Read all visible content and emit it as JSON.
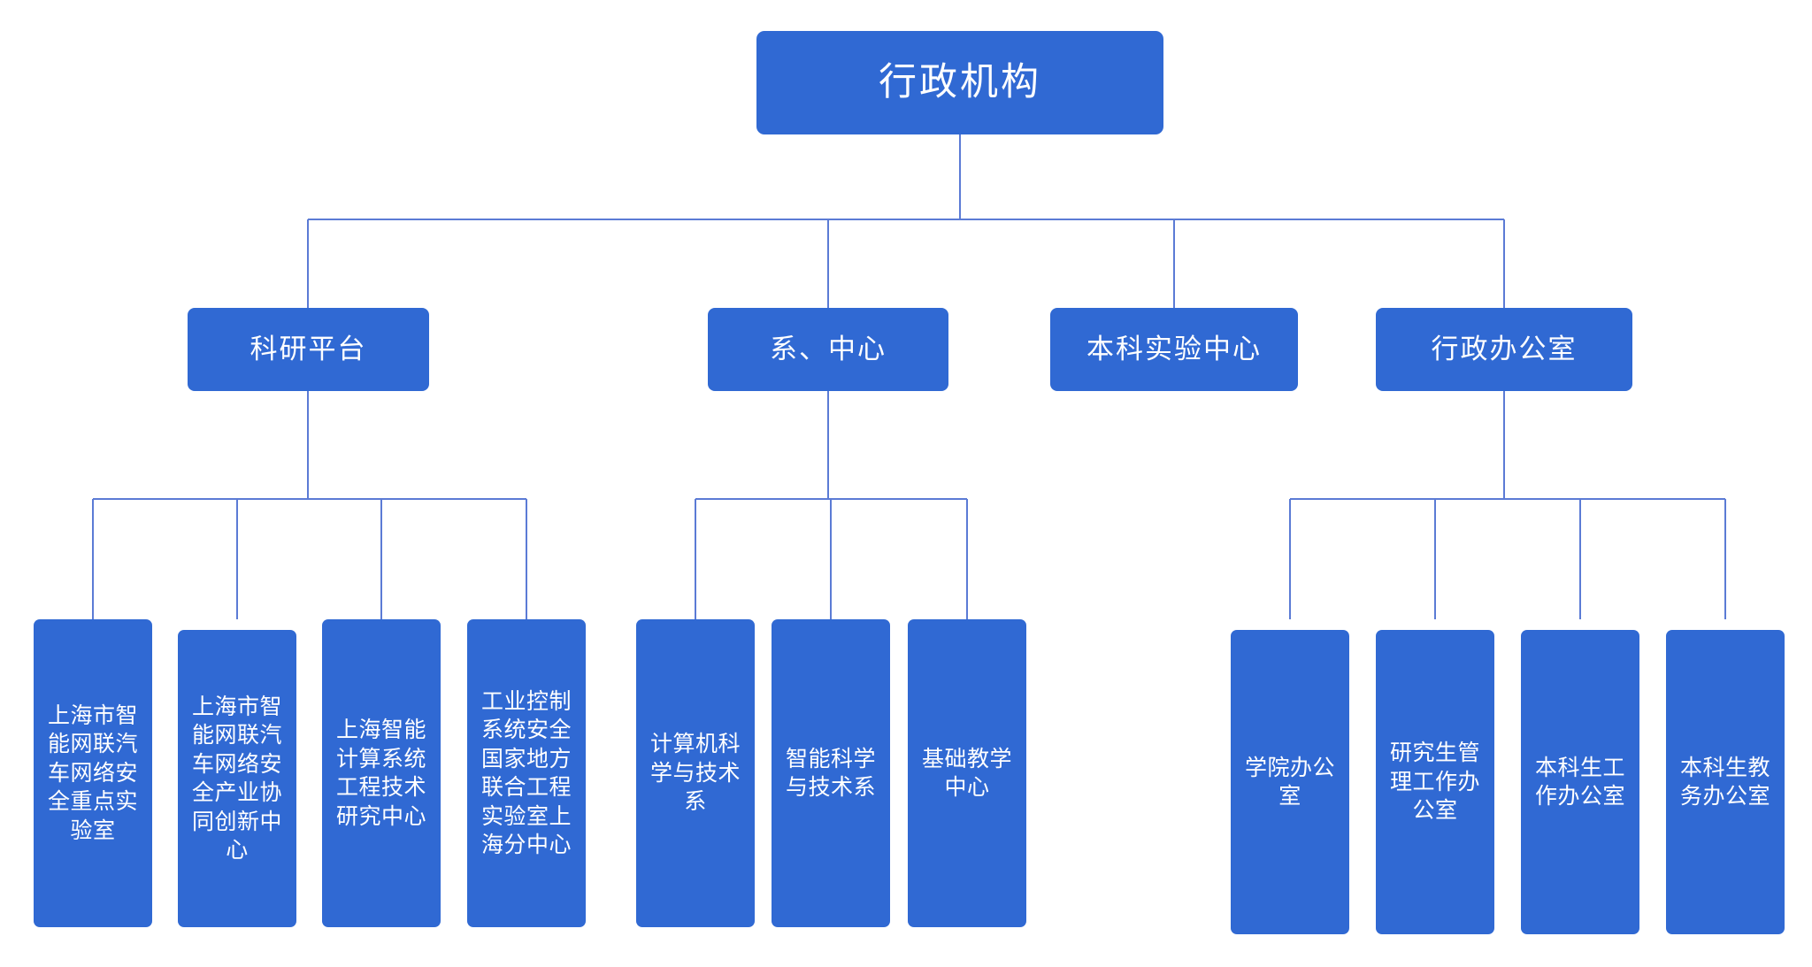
{
  "diagram": {
    "type": "org-chart",
    "title": "行政机构",
    "orientation": "top-down",
    "colors": {
      "node_fill": "#3069d3",
      "node_text": "#ffffff",
      "connector": "#5b7bd5",
      "background": "#ffffff"
    }
  },
  "nodes": {
    "root": {
      "id": "root",
      "label": "行政机构",
      "level": 1
    },
    "level2": [
      {
        "id": "l2-0",
        "label": "科研平台",
        "level": 2,
        "child_count": 4
      },
      {
        "id": "l2-1",
        "label": "系、中心",
        "level": 2,
        "child_count": 3
      },
      {
        "id": "l2-2",
        "label": "本科实验中心",
        "level": 2,
        "child_count": 0
      },
      {
        "id": "l2-3",
        "label": "行政办公室",
        "level": 2,
        "child_count": 4
      }
    ],
    "level3": {
      "research_platform": [
        {
          "id": "l3-a0",
          "label": "上海市智能网联汽车网络安全重点实验室",
          "level": 3,
          "parent": "科研平台"
        },
        {
          "id": "l3-a1",
          "label": "上海市智能网联汽车网络安全产业协同创新中心",
          "level": 3,
          "parent": "科研平台"
        },
        {
          "id": "l3-a2",
          "label": "上海智能计算系统工程技术研究中心",
          "level": 3,
          "parent": "科研平台"
        },
        {
          "id": "l3-a3",
          "label": "工业控制系统安全国家地方联合工程实验室上海分中心",
          "level": 3,
          "parent": "科研平台"
        }
      ],
      "departments_centers": [
        {
          "id": "l3-b0",
          "label": "计算机科学与技术系",
          "level": 3,
          "parent": "系、中心"
        },
        {
          "id": "l3-b1",
          "label": "智能科学与技术系",
          "level": 3,
          "parent": "系、中心"
        },
        {
          "id": "l3-b2",
          "label": "基础教学中心",
          "level": 3,
          "parent": "系、中心"
        }
      ],
      "admin_offices": [
        {
          "id": "l3-c0",
          "label": "学院办公室",
          "level": 3,
          "parent": "行政办公室"
        },
        {
          "id": "l3-c1",
          "label": "研究生管理工作办公室",
          "level": 3,
          "parent": "行政办公室"
        },
        {
          "id": "l3-c2",
          "label": "本科生工作办公室",
          "level": 3,
          "parent": "行政办公室"
        },
        {
          "id": "l3-c3",
          "label": "本科生教务办公室",
          "level": 3,
          "parent": "行政办公室"
        }
      ]
    }
  }
}
